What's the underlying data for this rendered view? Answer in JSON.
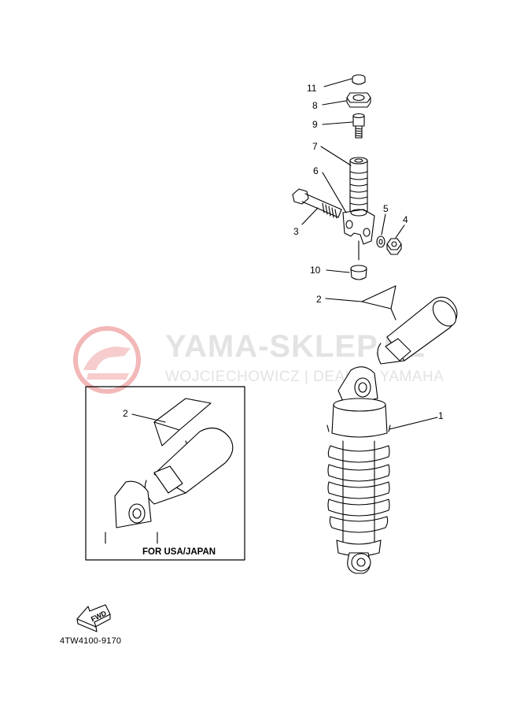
{
  "diagram": {
    "callouts": [
      {
        "id": "11",
        "label": "11"
      },
      {
        "id": "8",
        "label": "8"
      },
      {
        "id": "9",
        "label": "9"
      },
      {
        "id": "7",
        "label": "7"
      },
      {
        "id": "6",
        "label": "6"
      },
      {
        "id": "5",
        "label": "5"
      },
      {
        "id": "4",
        "label": "4"
      },
      {
        "id": "3",
        "label": "3"
      },
      {
        "id": "10",
        "label": "10"
      },
      {
        "id": "2",
        "label": "2"
      },
      {
        "id": "1",
        "label": "1"
      },
      {
        "id": "2-inset",
        "label": "2"
      }
    ],
    "inset_label": "FOR USA/JAPAN",
    "fwd_label": "FWD",
    "part_code": "4TW4100-9170"
  },
  "watermark": {
    "title": "YAMA-SKLEP.PL",
    "subtitle": "WOJCIECHOWICZ | DEALER YAMAHA"
  },
  "colors": {
    "line": "#000000",
    "watermark": "#e3e3e3",
    "watermark_logo": "#f2b8b8"
  }
}
